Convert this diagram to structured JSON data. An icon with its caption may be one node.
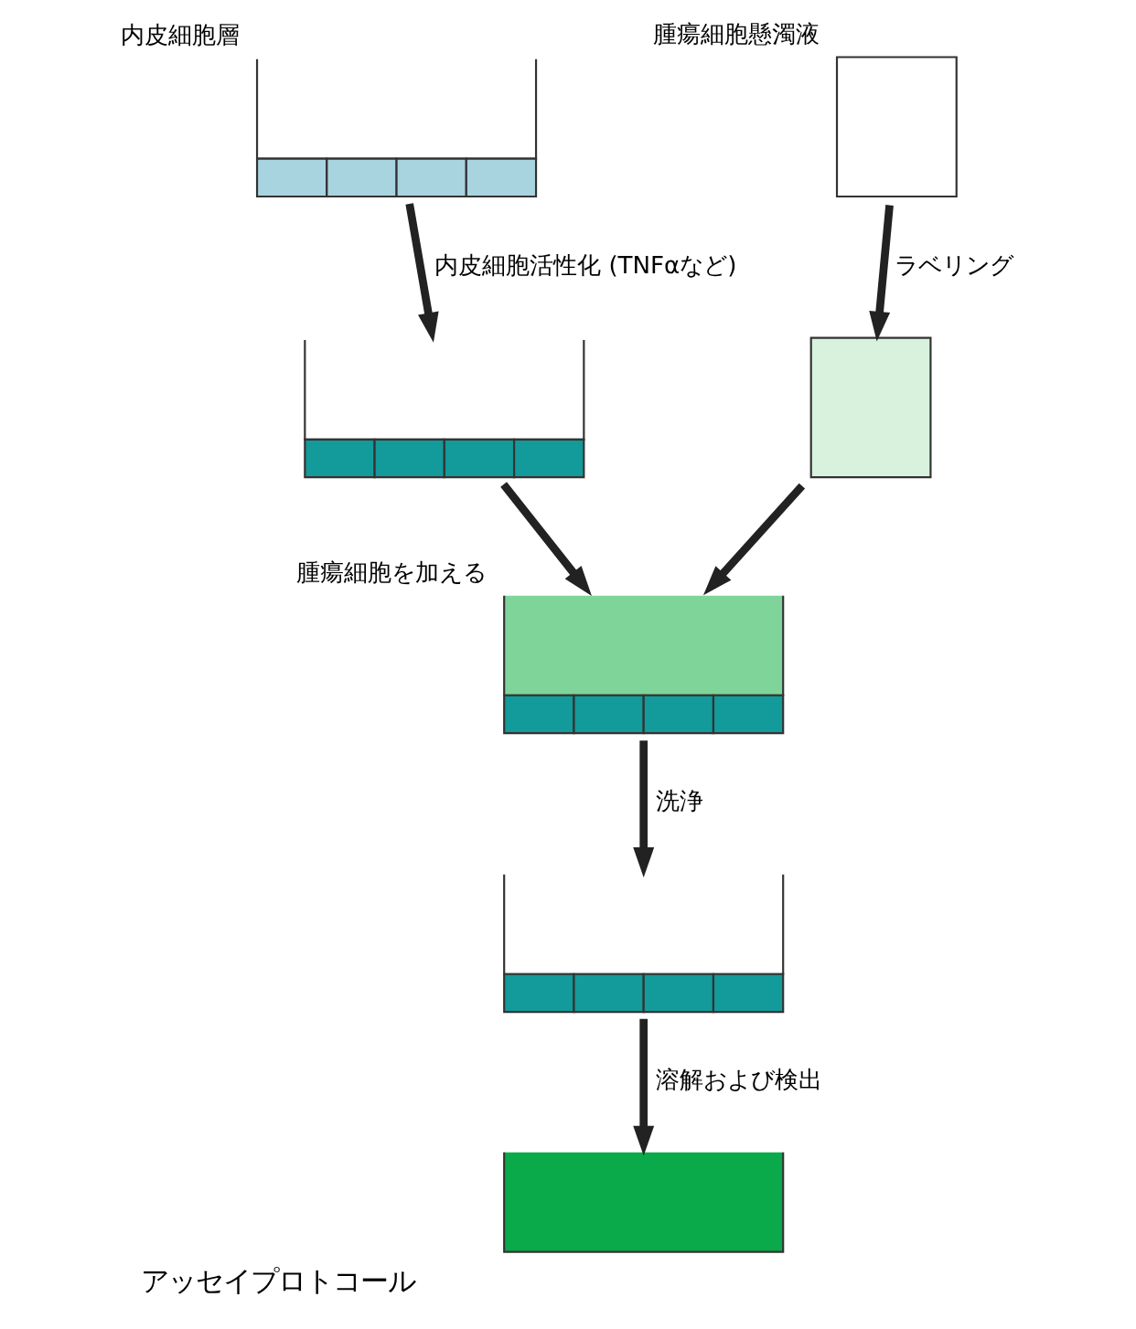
{
  "diagram": {
    "caption": "アッセイプロトコール",
    "nodes": [
      {
        "text": [],
        "shape": "box",
        "beside": [
          "内皮細胞層"
        ]
      },
      {
        "text": [],
        "shape": "box",
        "beside": [
          "腫瘍細胞懸濁液"
        ]
      },
      {
        "text": [],
        "shape": "box"
      },
      {
        "text": [],
        "shape": "box"
      },
      {
        "text": [],
        "shape": "box",
        "beside": [
          "腫瘍細胞を加える"
        ]
      },
      {
        "text": [],
        "shape": "box"
      },
      {
        "text": [],
        "shape": "box"
      }
    ],
    "edges": [
      {
        "from": 0,
        "to": 2,
        "arrow": "to",
        "label": "内皮細胞活性化 (TNFαなど)"
      },
      {
        "from": 1,
        "to": 3,
        "arrow": "to",
        "label": "ラベリング"
      },
      {
        "from": 2,
        "to": 4,
        "arrow": "to"
      },
      {
        "from": 3,
        "to": 4,
        "arrow": "to"
      },
      {
        "from": 4,
        "to": 5,
        "arrow": "to",
        "label": "洗浄"
      },
      {
        "from": 5,
        "to": 6,
        "arrow": "to",
        "label": "溶解および検出"
      }
    ]
  }
}
